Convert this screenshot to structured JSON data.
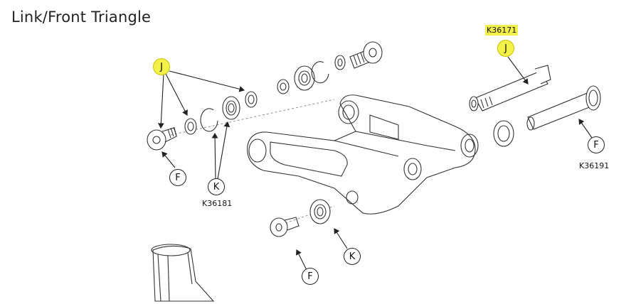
{
  "title": "Link/Front Triangle",
  "callouts": {
    "j_left": "J",
    "j_right": "J",
    "f_left": "F",
    "f_bottom": "F",
    "f_right": "F",
    "k_left": "K",
    "k_bottom": "K"
  },
  "part_numbers": {
    "k36171": "K36171",
    "k36181": "K36181",
    "k36191": "K36191"
  },
  "colors": {
    "highlight": "#f3f04a",
    "line": "#333333"
  }
}
